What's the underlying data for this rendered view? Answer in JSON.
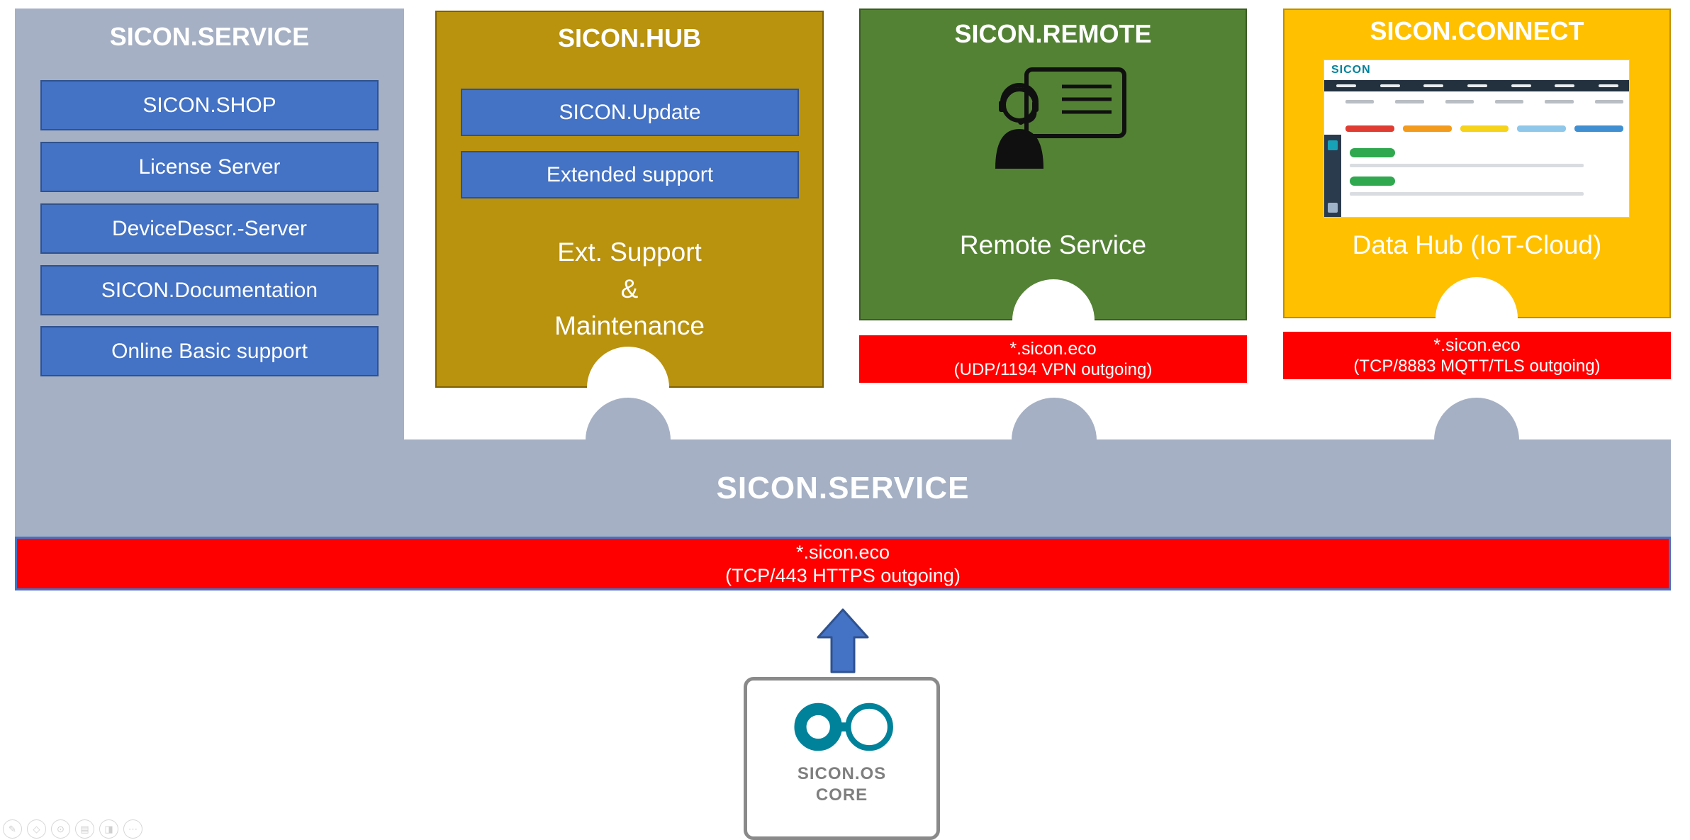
{
  "service_column": {
    "title": "SICON.SERVICE",
    "items": [
      "SICON.SHOP",
      "License Server",
      "DeviceDescr.-Server",
      "SICON.Documentation",
      "Online Basic support"
    ]
  },
  "hub": {
    "title": "SICON.HUB",
    "items": [
      "SICON.Update",
      "Extended support"
    ],
    "caption_lines": [
      "Ext. Support",
      "&",
      "Maintenance"
    ]
  },
  "remote": {
    "title": "SICON.REMOTE",
    "caption": "Remote Service",
    "endpoint_host": "*.sicon.eco",
    "endpoint_detail": "(UDP/1194 VPN outgoing)"
  },
  "connect": {
    "title": "SICON.CONNECT",
    "caption": "Data Hub (IoT-Cloud)",
    "thumbnail_logo": "SICON",
    "endpoint_host": "*.sicon.eco",
    "endpoint_detail": "(TCP/8883 MQTT/TLS outgoing)"
  },
  "band": {
    "title": "SICON.SERVICE"
  },
  "https_bar": {
    "host": "*.sicon.eco",
    "detail": "(TCP/443 HTTPS outgoing)"
  },
  "core": {
    "product": "SICON.OS",
    "tier": "CORE"
  },
  "colors": {
    "gray_blue": "#A5B0C4",
    "button_blue": "#4472C4",
    "button_border": "#2F528F",
    "hub_gold": "#B9920E",
    "remote_green": "#548235",
    "connect_amber": "#FFC000",
    "endpoint_red": "#FE0000",
    "logo_teal": "#00829B"
  }
}
